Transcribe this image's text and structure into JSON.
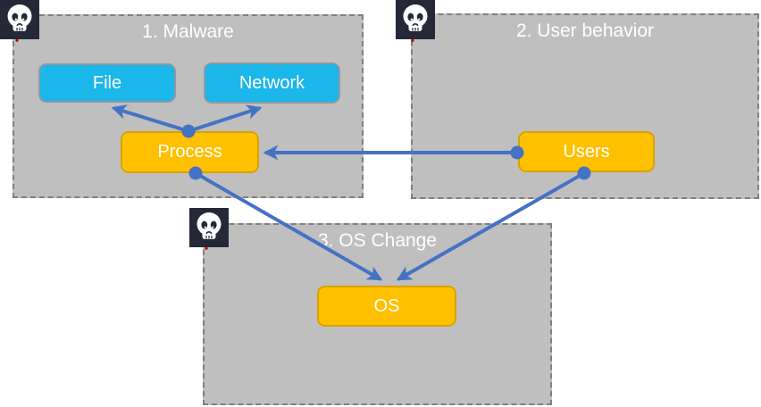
{
  "diagram": {
    "groups": [
      {
        "label": "1. Malware"
      },
      {
        "label": "2. User behavior"
      },
      {
        "label": "3. OS Change"
      }
    ],
    "nodes": {
      "file": {
        "label": "File"
      },
      "network": {
        "label": "Network"
      },
      "process": {
        "label": "Process"
      },
      "users": {
        "label": "Users"
      },
      "os": {
        "label": "OS"
      }
    },
    "edges": [
      {
        "from": "Process",
        "to": "File"
      },
      {
        "from": "Process",
        "to": "Network"
      },
      {
        "from": "Users",
        "to": "Process"
      },
      {
        "from": "Process",
        "to": "OS"
      },
      {
        "from": "Users",
        "to": "OS"
      }
    ],
    "icons": {
      "group_badge": "skull-icon"
    },
    "colors": {
      "group_fill": "#BFBFBF",
      "group_border": "#7F7F7F",
      "node_cyan": "#1BB6EA",
      "node_orange": "#FFC000",
      "node_orange_border": "#D8A200",
      "arrow_blue": "#4472C4",
      "skull_badge_bg": "#252837",
      "skull_red_dot": "#C00000",
      "text": "#FFFFFF"
    }
  }
}
